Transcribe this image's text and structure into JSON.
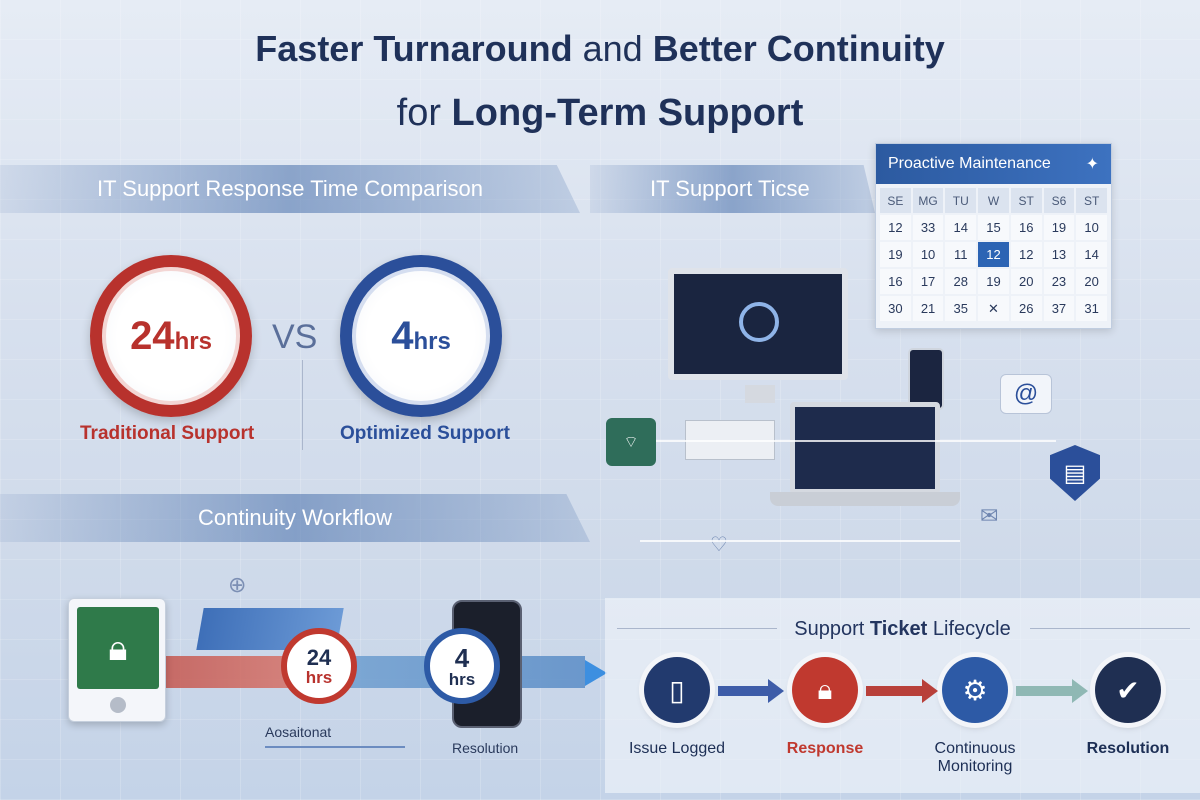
{
  "title": {
    "line1_a": "Faster Turnaround ",
    "line1_b": "and ",
    "line1_c": "Better Continuity",
    "line2_a": "for ",
    "line2_b": "Long-Term Support"
  },
  "banners": {
    "comparison": "IT Support Response Time Comparison",
    "tickets": "IT Support Ticse",
    "workflow": "Continuity Workflow"
  },
  "comparison": {
    "traditional": {
      "value": "24",
      "unit": "hrs",
      "label": "Traditional Support",
      "color": "#b8322d"
    },
    "vs": "VS",
    "optimized": {
      "value": "4",
      "unit": "hrs",
      "label": "Optimized Support",
      "color": "#2b4f9a"
    }
  },
  "calendar": {
    "title": "Proactive Maintenance",
    "days": [
      "SE",
      "MG",
      "TU",
      "W",
      "ST",
      "S6",
      "ST"
    ],
    "rows": [
      [
        "12",
        "33",
        "14",
        "15",
        "16",
        "19",
        "10"
      ],
      [
        "19",
        "10",
        "11",
        "12",
        "12",
        "13",
        "14"
      ],
      [
        "16",
        "17",
        "28",
        "19",
        "20",
        "23",
        "20"
      ],
      [
        "30",
        "21",
        "35",
        "✕",
        "26",
        "37",
        "31"
      ]
    ],
    "selected": "12"
  },
  "workflow": {
    "step1": {
      "value": "24",
      "unit": "hrs",
      "label": "Aosaitonat"
    },
    "step2": {
      "value": "4",
      "unit": "hrs",
      "label": "Resolution"
    }
  },
  "lifecycle": {
    "title_a": "Support ",
    "title_b": "Ticket",
    "title_c": " Lifecycle",
    "steps": [
      {
        "label": "Issue Logged",
        "color": "#223a6e"
      },
      {
        "label": "Response",
        "color": "#c0392f"
      },
      {
        "label": "Continuous Monitoring",
        "color": "#2d5aa6"
      },
      {
        "label": "Resolution",
        "color": "#1f2f52"
      }
    ]
  }
}
